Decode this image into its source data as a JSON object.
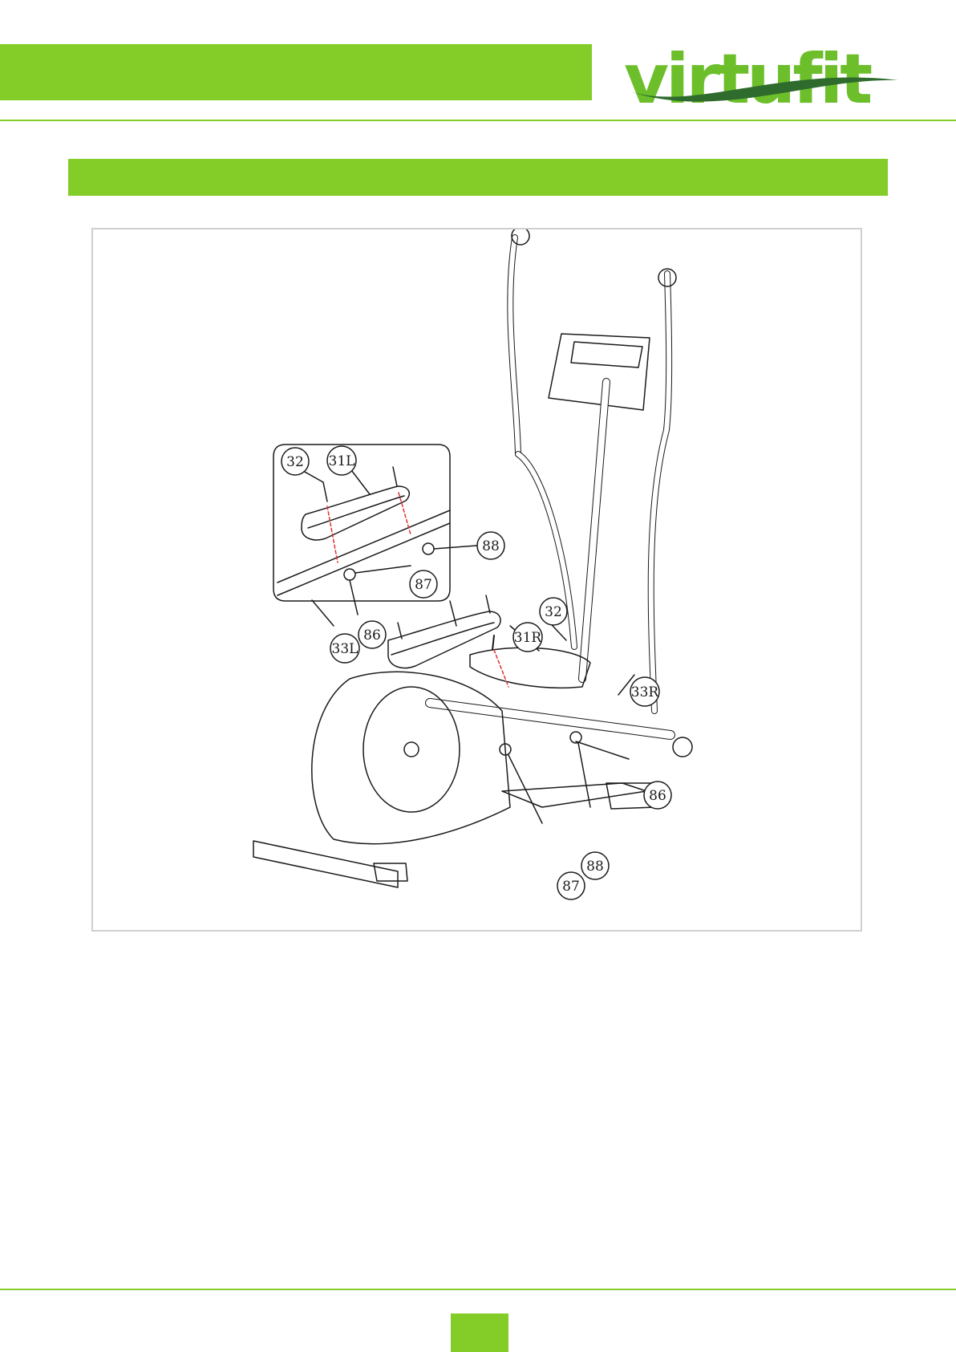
{
  "brand": {
    "name": "virtufit",
    "color": "#84cc28",
    "dark": "#5aa028"
  },
  "section": {
    "title": ""
  },
  "figure": {
    "callouts": {
      "c32a": "32",
      "c31L": "31L",
      "c88a": "88",
      "c87a": "87",
      "c86a": "86",
      "c33L": "33L",
      "c32b": "32",
      "c31R": "31R",
      "c33R": "33R",
      "c86b": "86",
      "c88b": "88",
      "c87b": "87"
    }
  },
  "footer": {
    "page_number": ""
  }
}
